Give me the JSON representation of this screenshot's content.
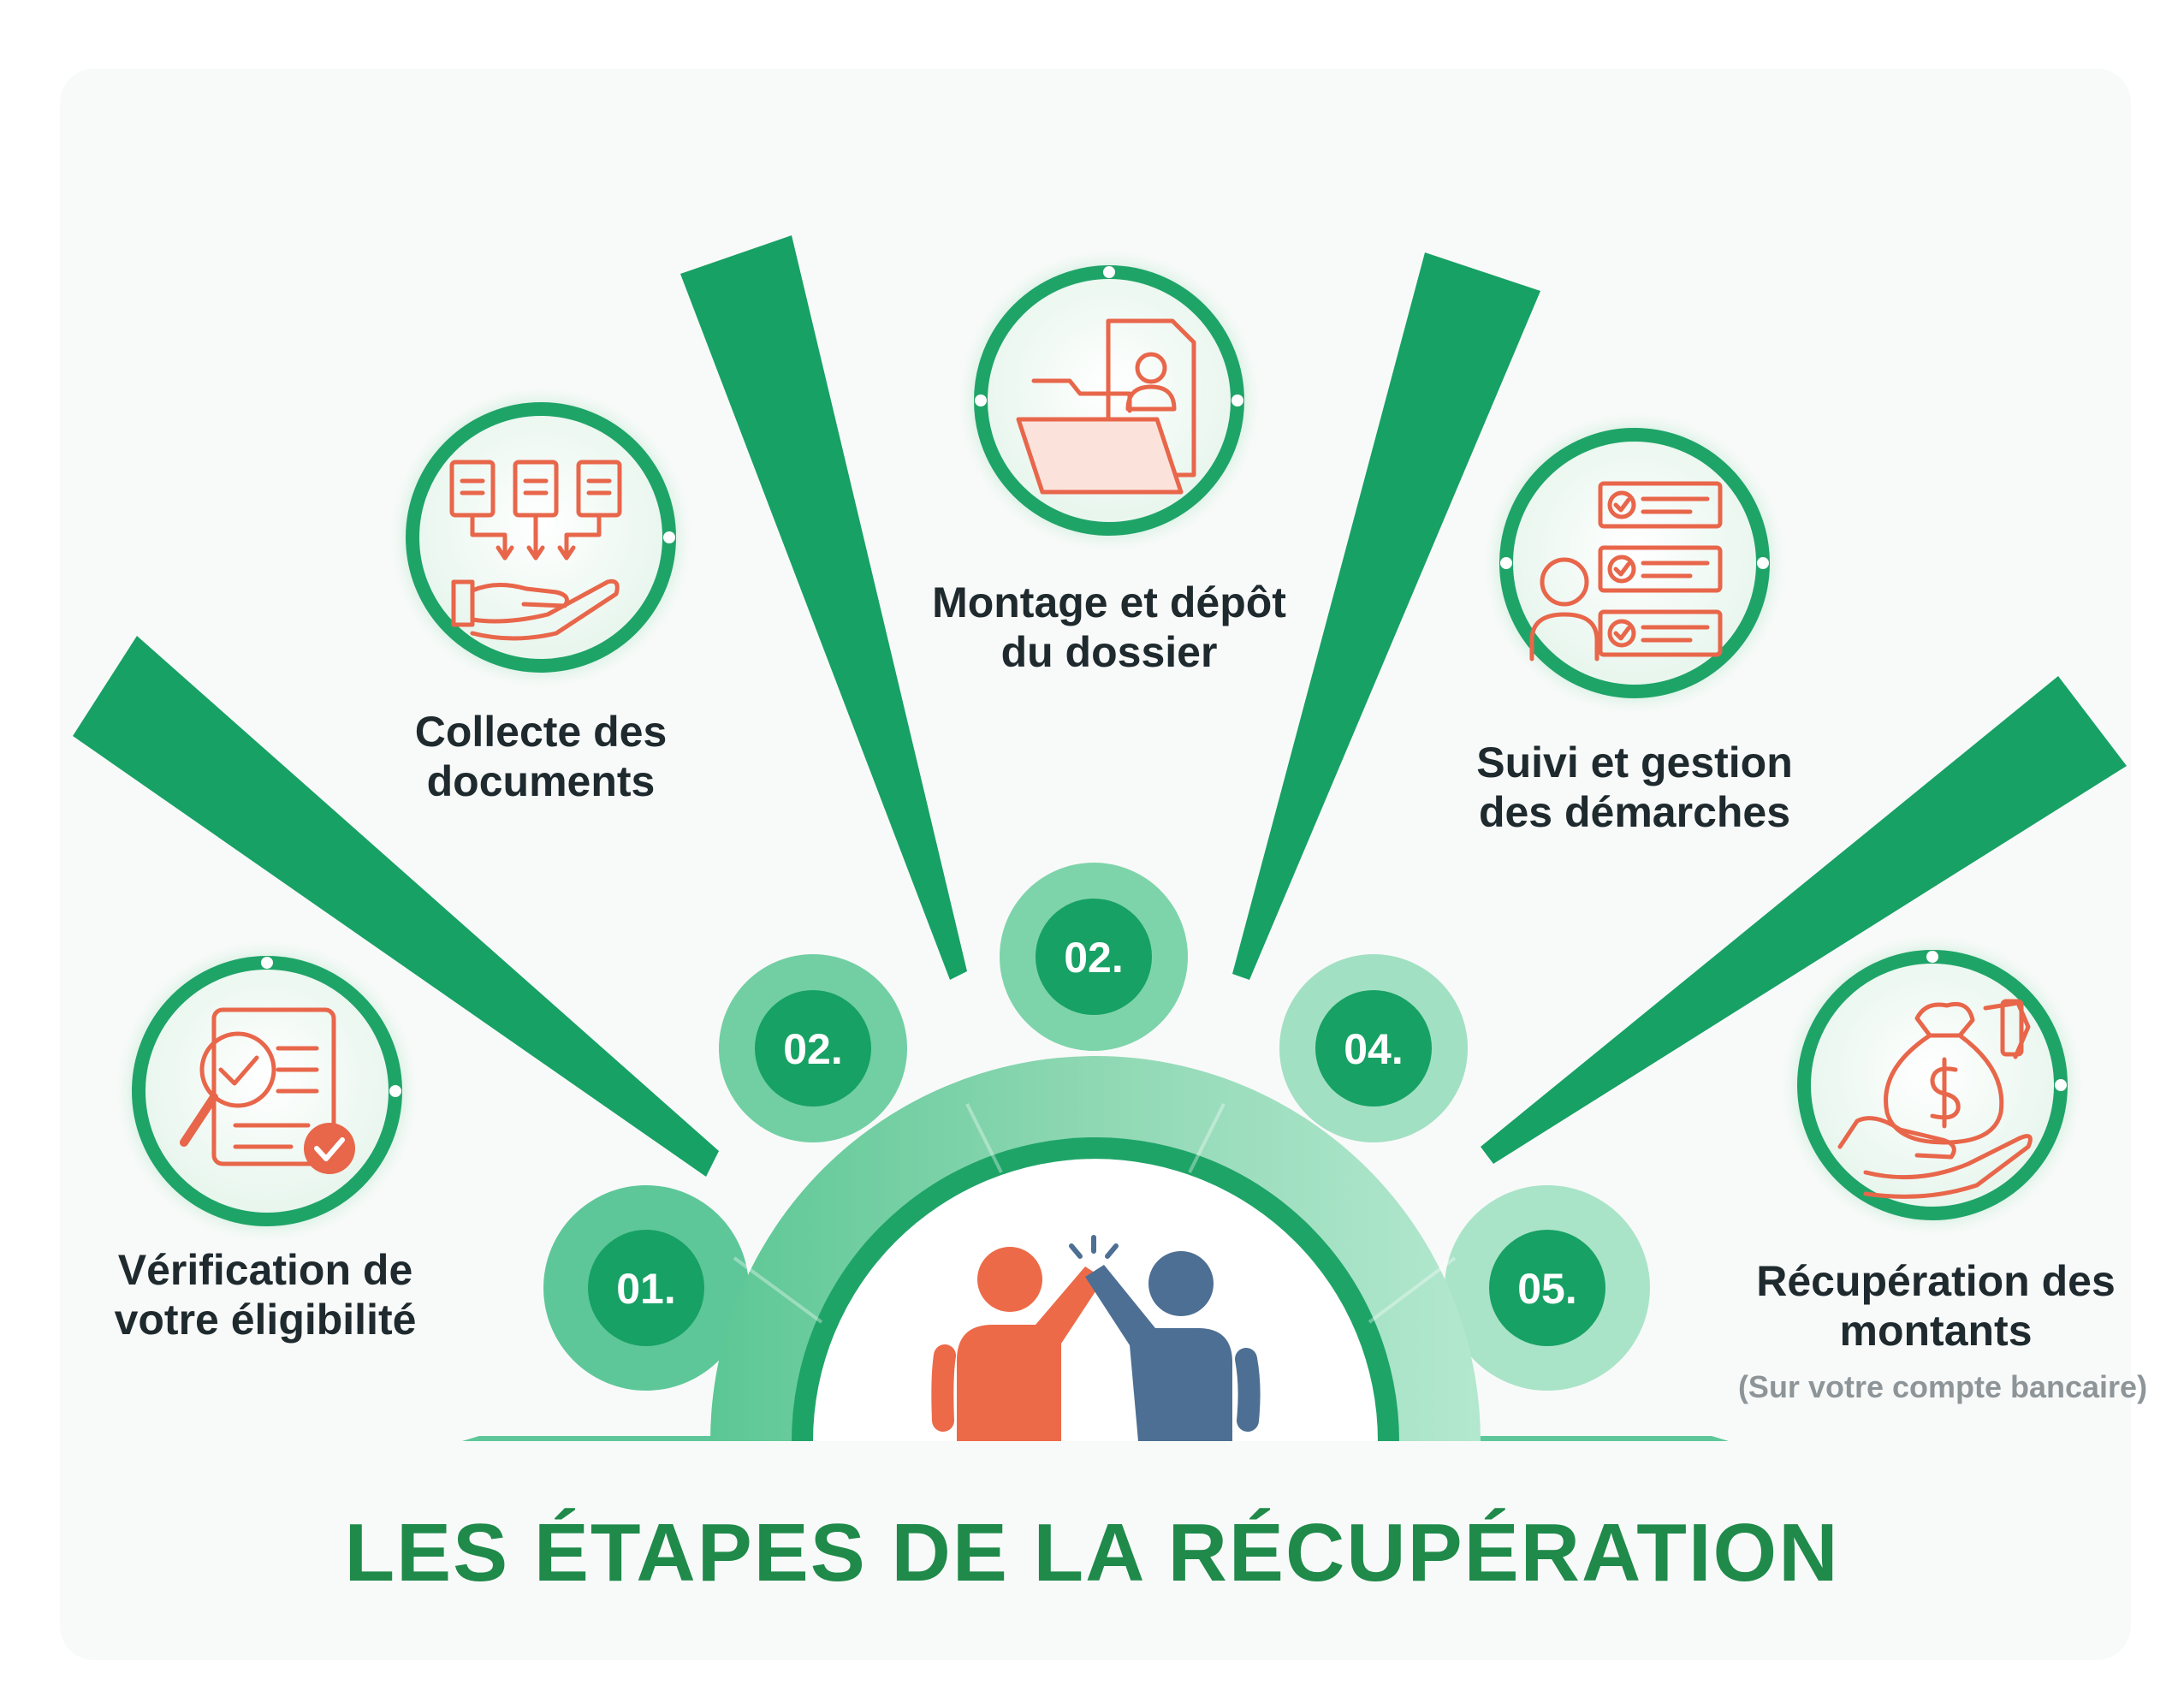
{
  "title": "LES ÉTAPES DE LA RÉCUPÉRATION",
  "colors": {
    "green_dark": "#17a165",
    "green_mid": "#5ec79a",
    "green_light": "#a9e4c8",
    "accent_orange": "#e8664a",
    "person_blue": "#4d6f93",
    "text_dark": "#1f2a2e",
    "title_green": "#1f8a4a"
  },
  "steps": [
    {
      "badge": "01.",
      "label_lines": [
        "Vérification de",
        "votre éligibilité"
      ],
      "icon": "eligibility-check-icon"
    },
    {
      "badge": "02.",
      "label_lines": [
        "Collecte des",
        "documents"
      ],
      "icon": "document-collection-icon"
    },
    {
      "badge": "02.",
      "label_lines": [
        "Montage et dépôt",
        "du dossier"
      ],
      "icon": "folder-file-icon"
    },
    {
      "badge": "04.",
      "label_lines": [
        "Suivi et gestion",
        "des démarches"
      ],
      "icon": "checklist-tracking-icon"
    },
    {
      "badge": "05.",
      "label_lines": [
        "Récupération des",
        "montants"
      ],
      "icon": "money-bag-hand-icon",
      "note": "(Sur votre compte bancaire)"
    }
  ],
  "center_icon": "high-five-people-icon"
}
